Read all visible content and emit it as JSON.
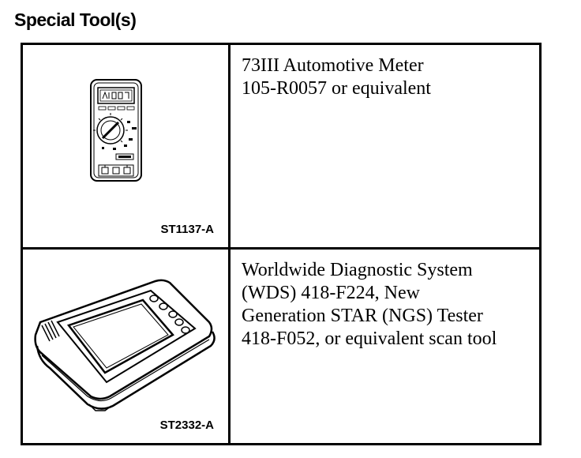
{
  "heading": "Special Tool(s)",
  "tools": [
    {
      "code": "ST1137-A",
      "description": "73III Automotive Meter\n105-R0057 or equivalent",
      "icon": "multimeter-icon"
    },
    {
      "code": "ST2332-A",
      "description": "Worldwide Diagnostic System\n(WDS) 418-F224, New\nGeneration STAR (NGS) Tester\n418-F052, or equivalent scan tool",
      "icon": "scan-tool-icon"
    }
  ]
}
